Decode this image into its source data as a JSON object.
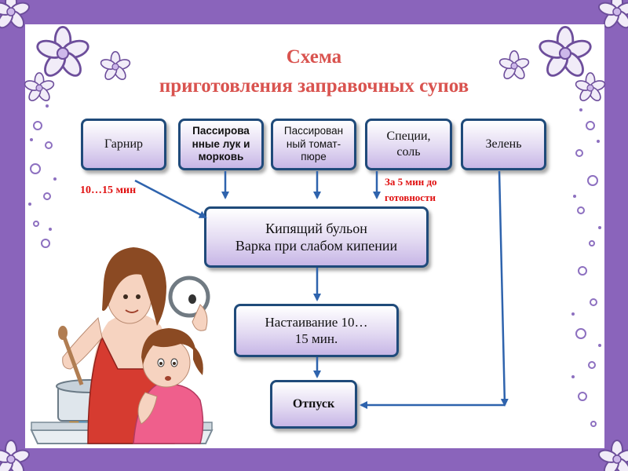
{
  "title": {
    "line1": "Схема",
    "line2": "приготовления заправочных супов"
  },
  "ingredients": [
    {
      "lines": [
        "Гарнир"
      ]
    },
    {
      "lines": [
        "Пассирова",
        "нные лук и",
        "морковь"
      ]
    },
    {
      "lines": [
        "Пассирован",
        "ный томат-",
        "пюре"
      ]
    },
    {
      "lines": [
        "Специи,",
        "соль"
      ]
    },
    {
      "lines": [
        "Зелень"
      ]
    }
  ],
  "steps": {
    "boil": {
      "lines": [
        "Кипящий бульон",
        "Варка при слабом кипении"
      ]
    },
    "infuse": {
      "lines": [
        "Настаивание 10…",
        "15 мин."
      ]
    },
    "serve": {
      "label": "Отпуск"
    }
  },
  "notes": {
    "garnish_time": "10…15 мин",
    "spices_time_1": "За 5 мин до",
    "spices_time_2": "готовности"
  },
  "colors": {
    "frame": "#8a64bb",
    "title": "#d9534f",
    "note": "#e01010",
    "arrow": "#2e63ad",
    "box_border": "#1f4a7a"
  },
  "decor": {
    "flowers": "flower-icon",
    "illustration": "mother-and-daughter-cooking-illustration"
  }
}
